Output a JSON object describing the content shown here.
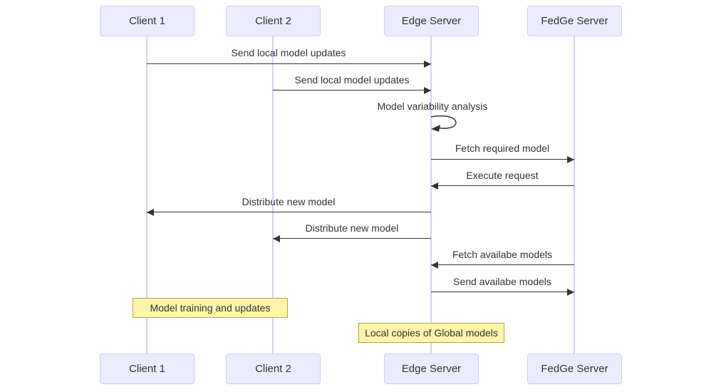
{
  "diagram": {
    "type": "sequence",
    "actors": [
      {
        "name": "Client 1"
      },
      {
        "name": "Client 2"
      },
      {
        "name": "Edge Server"
      },
      {
        "name": "FedGe Server"
      }
    ],
    "messages": [
      {
        "label": "Send local model updates",
        "from": "Client 1",
        "to": "Edge Server",
        "kind": "solid-arrow"
      },
      {
        "label": "Send local model updates",
        "from": "Client 2",
        "to": "Edge Server",
        "kind": "solid-arrow"
      },
      {
        "label": "Model variability analysis",
        "from": "Edge Server",
        "to": "Edge Server",
        "kind": "self-loop"
      },
      {
        "label": "Fetch required model",
        "from": "Edge Server",
        "to": "FedGe Server",
        "kind": "solid-arrow"
      },
      {
        "label": "Execute request",
        "from": "FedGe Server",
        "to": "Edge Server",
        "kind": "solid-arrow"
      },
      {
        "label": "Distribute new model",
        "from": "Edge Server",
        "to": "Client 1",
        "kind": "solid-arrow"
      },
      {
        "label": "Distribute new model",
        "from": "Edge Server",
        "to": "Client 2",
        "kind": "solid-arrow"
      },
      {
        "label": "Fetch availabe models",
        "from": "FedGe Server",
        "to": "Edge Server",
        "kind": "solid-arrow"
      },
      {
        "label": "Send availabe models",
        "from": "Edge Server",
        "to": "FedGe Server",
        "kind": "solid-arrow"
      }
    ],
    "notes": [
      {
        "label": "Model training and updates",
        "over": "Client 1, Client 2"
      },
      {
        "label": "Local copies of Global models",
        "over": "Edge Server"
      }
    ],
    "colors": {
      "actor_fill": "#ECECFF",
      "actor_border": "#CCCCFF",
      "lifeline": "#D8D0F2",
      "note_fill": "#FFF5AD",
      "note_border": "#AAAA33",
      "message": "#333333"
    }
  }
}
